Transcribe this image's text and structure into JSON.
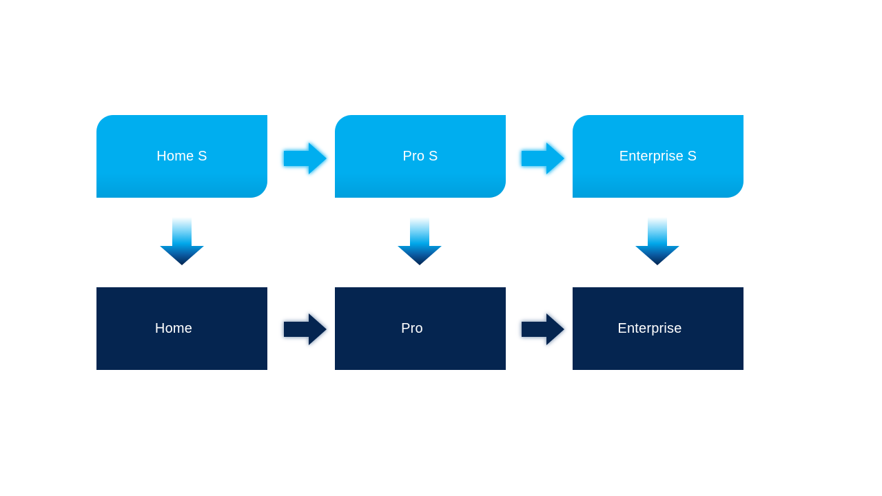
{
  "slide": {
    "background": "#ffffff",
    "columns": [
      {
        "top": {
          "label": "Home S"
        },
        "bottom": {
          "label": "Home"
        }
      },
      {
        "top": {
          "label": "Pro S"
        },
        "bottom": {
          "label": "Pro"
        }
      },
      {
        "top": {
          "label": "Enterprise S"
        },
        "bottom": {
          "label": "Enterprise"
        }
      }
    ]
  },
  "colors": {
    "slide_bg": "#ffffff",
    "light_blue": "#00aeef",
    "light_blue_dark": "#009fdd",
    "dark_navy": "#052550",
    "label_text": "#ffffff",
    "glow_light": "#4fc8f5",
    "glow_dark": "#a9b8cc",
    "down_grad_top": "#ffffff",
    "down_grad_light": "#7fd6f8",
    "down_grad_mid": "#00a7ea",
    "down_grad_deep": "#0a5ba3",
    "down_grad_bottom": "#03234e"
  }
}
